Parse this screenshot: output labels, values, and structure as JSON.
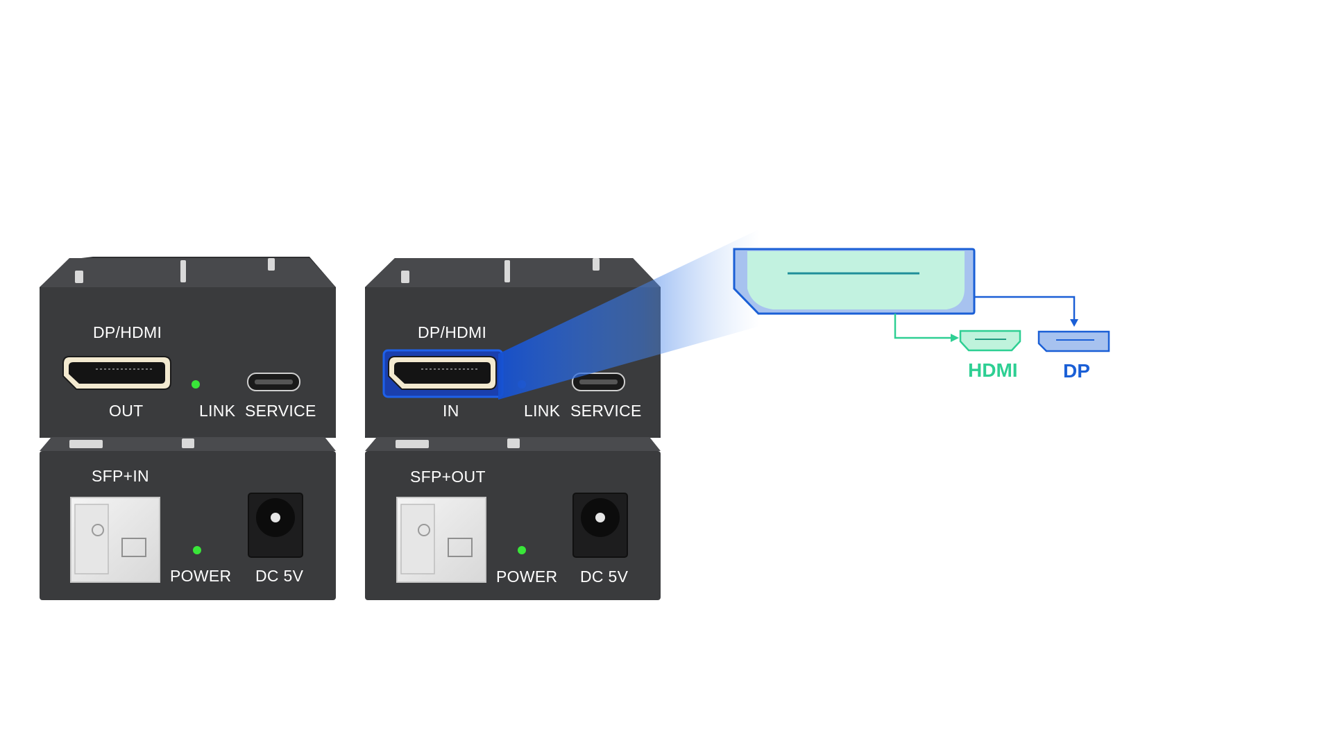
{
  "devices": [
    {
      "top_unit": {
        "port_header": "DP/HDMI",
        "port_label": "OUT",
        "led_label": "LINK",
        "service_label": "SERVICE"
      },
      "bottom_unit": {
        "sfp_label": "SFP+IN",
        "led_label": "POWER",
        "dc_label": "DC 5V"
      }
    },
    {
      "top_unit": {
        "port_header": "DP/HDMI",
        "port_label": "IN",
        "led_label": "LINK",
        "service_label": "SERVICE"
      },
      "bottom_unit": {
        "sfp_label": "SFP+OUT",
        "led_label": "POWER",
        "dc_label": "DC 5V"
      }
    }
  ],
  "callout": {
    "hdmi_label": "HDMI",
    "dp_label": "DP"
  },
  "colors": {
    "chassis": "#3a3b3d",
    "chassis_top": "#48494c",
    "led_green": "#39e639",
    "callout_blue": "#1a5fd6",
    "callout_blue_fill": "#a7c2ef",
    "callout_mint": "#c2f2e0",
    "hdmi_green": "#2ecf93"
  }
}
